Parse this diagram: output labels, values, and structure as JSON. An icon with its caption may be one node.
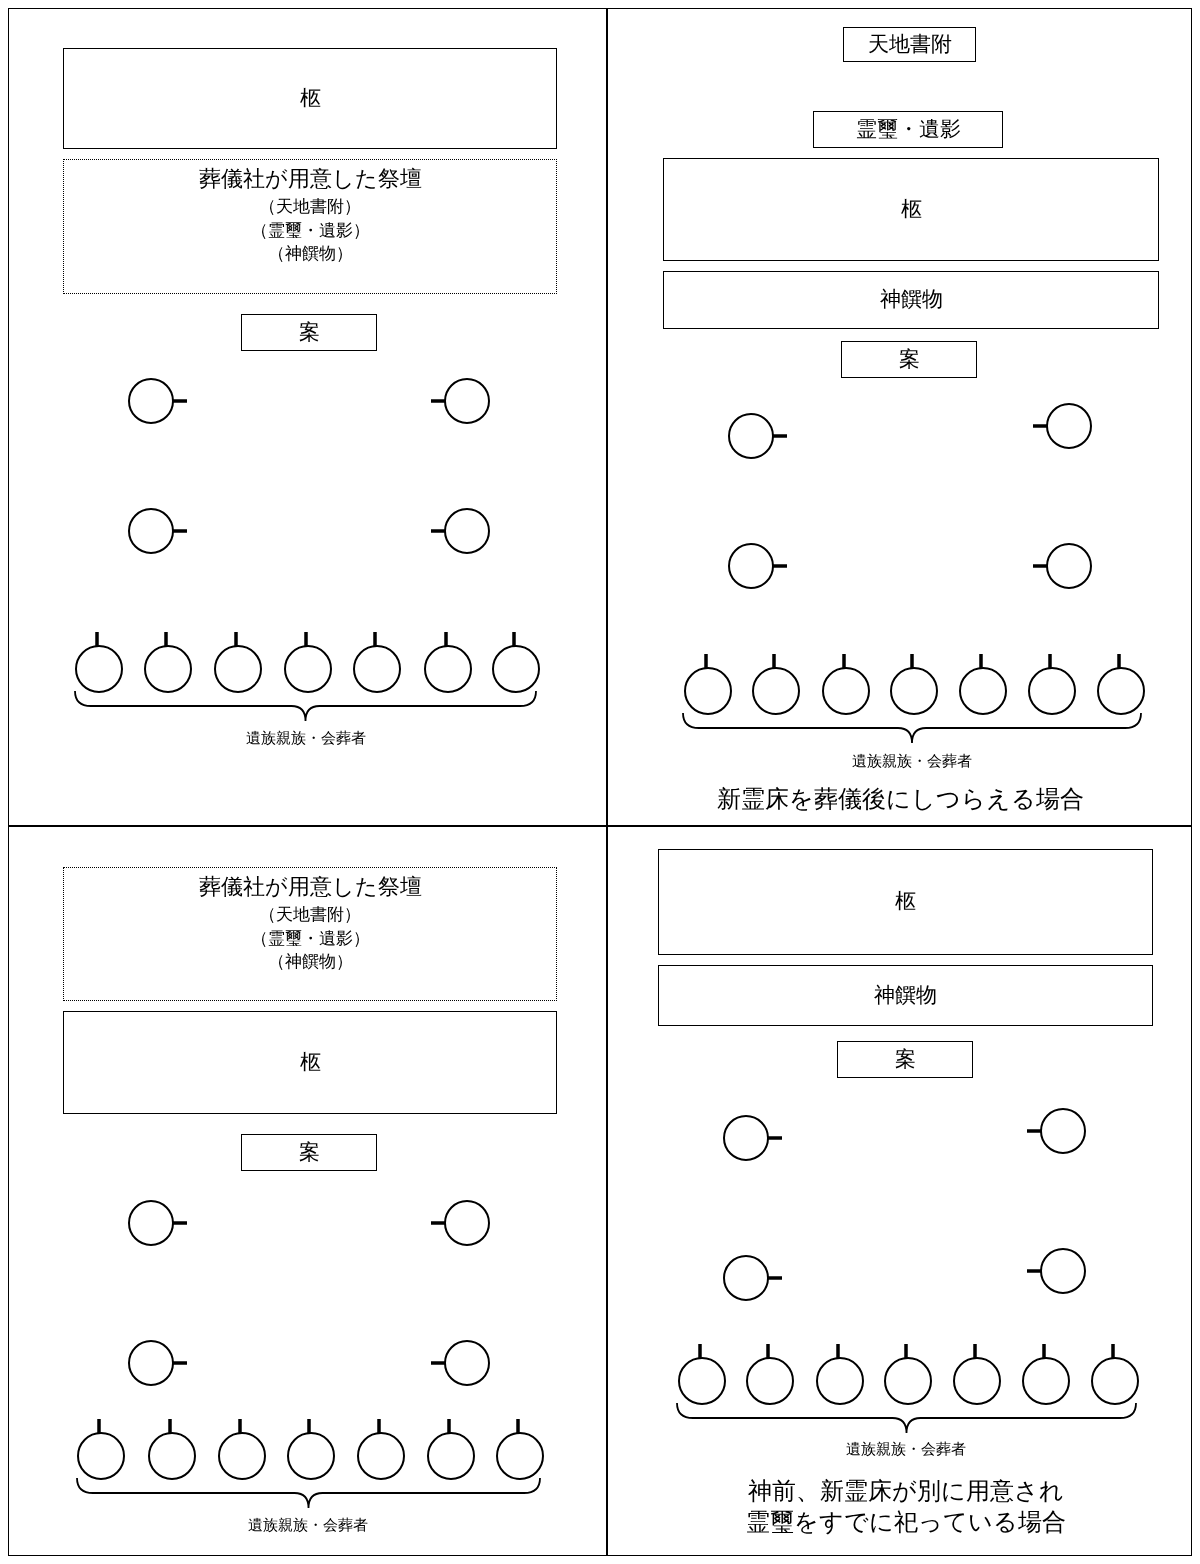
{
  "diagram": {
    "nodes": [
      {
        "text": [],
        "shape": "box"
      },
      {
        "text": [
          "柩"
        ],
        "in": 0
      },
      {
        "text": [
          "葬儀社が用意した祭壇",
          "（天地書附）",
          "（霊璽・遺影）",
          "（神饌物）"
        ],
        "in": 0
      },
      {
        "text": [
          "案"
        ],
        "in": 0
      },
      {
        "text": [],
        "shape": "circle",
        "in": 0
      },
      {
        "text": [],
        "shape": "circle",
        "in": 0
      },
      {
        "text": [],
        "shape": "circle",
        "in": 0
      },
      {
        "text": [],
        "shape": "circle",
        "in": 0
      },
      {
        "text": [],
        "shape": "circle",
        "in": 0
      },
      {
        "text": [],
        "shape": "circle",
        "in": 0
      },
      {
        "text": [],
        "shape": "circle",
        "in": 0
      },
      {
        "text": [],
        "shape": "circle",
        "in": 0
      },
      {
        "text": [],
        "shape": "circle",
        "in": 0
      },
      {
        "text": [],
        "shape": "circle",
        "in": 0
      },
      {
        "text": [],
        "shape": "circle",
        "in": 0
      },
      {
        "text": [],
        "shape": "box"
      },
      {
        "text": [
          "天地書附"
        ],
        "in": 15
      },
      {
        "text": [
          "霊璽・遺影"
        ],
        "in": 15
      },
      {
        "text": [
          "柩"
        ],
        "in": 15
      },
      {
        "text": [
          "神饌物"
        ],
        "in": 15
      },
      {
        "text": [
          "案"
        ],
        "in": 15
      },
      {
        "text": [],
        "shape": "circle",
        "in": 15
      },
      {
        "text": [],
        "shape": "circle",
        "in": 15
      },
      {
        "text": [],
        "shape": "circle",
        "in": 15
      },
      {
        "text": [],
        "shape": "circle",
        "in": 15
      },
      {
        "text": [],
        "shape": "circle",
        "in": 15
      },
      {
        "text": [],
        "shape": "circle",
        "in": 15
      },
      {
        "text": [],
        "shape": "circle",
        "in": 15
      },
      {
        "text": [],
        "shape": "circle",
        "in": 15
      },
      {
        "text": [],
        "shape": "circle",
        "in": 15
      },
      {
        "text": [],
        "shape": "circle",
        "in": 15
      },
      {
        "text": [],
        "shape": "circle",
        "in": 15
      },
      {
        "text": [],
        "shape": "box"
      },
      {
        "text": [
          "葬儀社が用意した祭壇",
          "（天地書附）",
          "（霊璽・遺影）",
          "（神饌物）"
        ],
        "in": 32
      },
      {
        "text": [
          "柩"
        ],
        "in": 32
      },
      {
        "text": [
          "案"
        ],
        "in": 32
      },
      {
        "text": [],
        "shape": "circle",
        "in": 32
      },
      {
        "text": [],
        "shape": "circle",
        "in": 32
      },
      {
        "text": [],
        "shape": "circle",
        "in": 32
      },
      {
        "text": [],
        "shape": "circle",
        "in": 32
      },
      {
        "text": [],
        "shape": "circle",
        "in": 32
      },
      {
        "text": [],
        "shape": "circle",
        "in": 32
      },
      {
        "text": [],
        "shape": "circle",
        "in": 32
      },
      {
        "text": [],
        "shape": "circle",
        "in": 32
      },
      {
        "text": [],
        "shape": "circle",
        "in": 32
      },
      {
        "text": [],
        "shape": "circle",
        "in": 32
      },
      {
        "text": [],
        "shape": "circle",
        "in": 32
      },
      {
        "text": [],
        "shape": "box"
      },
      {
        "text": [
          "柩"
        ],
        "in": 47
      },
      {
        "text": [
          "神饌物"
        ],
        "in": 47
      },
      {
        "text": [
          "案"
        ],
        "in": 47
      },
      {
        "text": [],
        "shape": "circle",
        "in": 47
      },
      {
        "text": [],
        "shape": "circle",
        "in": 47
      },
      {
        "text": [],
        "shape": "circle",
        "in": 47
      },
      {
        "text": [],
        "shape": "circle",
        "in": 47
      },
      {
        "text": [],
        "shape": "circle",
        "in": 47
      },
      {
        "text": [],
        "shape": "circle",
        "in": 47
      },
      {
        "text": [],
        "shape": "circle",
        "in": 47
      },
      {
        "text": [],
        "shape": "circle",
        "in": 47
      },
      {
        "text": [],
        "shape": "circle",
        "in": 47
      },
      {
        "text": [],
        "shape": "circle",
        "in": 47
      },
      {
        "text": [],
        "shape": "circle",
        "in": 47
      }
    ],
    "labels": [
      "遺族親族・会葬者",
      "遺族親族・会葬者",
      "新霊床を葬儀後にしつらえる場合",
      "遺族親族・会葬者",
      "遺族親族・会葬者",
      "神前、新霊床が別に用意され霊璽をすでに祀っている場合"
    ]
  }
}
